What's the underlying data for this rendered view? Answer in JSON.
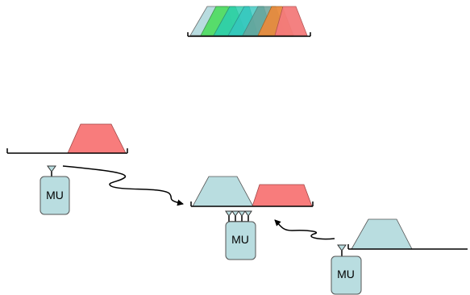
{
  "colors": {
    "spectrum_light_blue": "#b5dbdf",
    "spectrum_green": "#4ddc5f",
    "spectrum_teal": "#2ccfb0",
    "spectrum_cyan": "#35c7c0",
    "spectrum_gray_teal": "#6aa39a",
    "spectrum_orange": "#e88b3d",
    "spectrum_red": "#f47b7b",
    "band_red": "#f87c7c",
    "band_blue": "#b9dde0",
    "mu_fill": "#b9dde0",
    "outline": "#000000"
  },
  "mobile_units": [
    {
      "label": "MU"
    },
    {
      "label": "MU"
    },
    {
      "label": "MU"
    }
  ]
}
